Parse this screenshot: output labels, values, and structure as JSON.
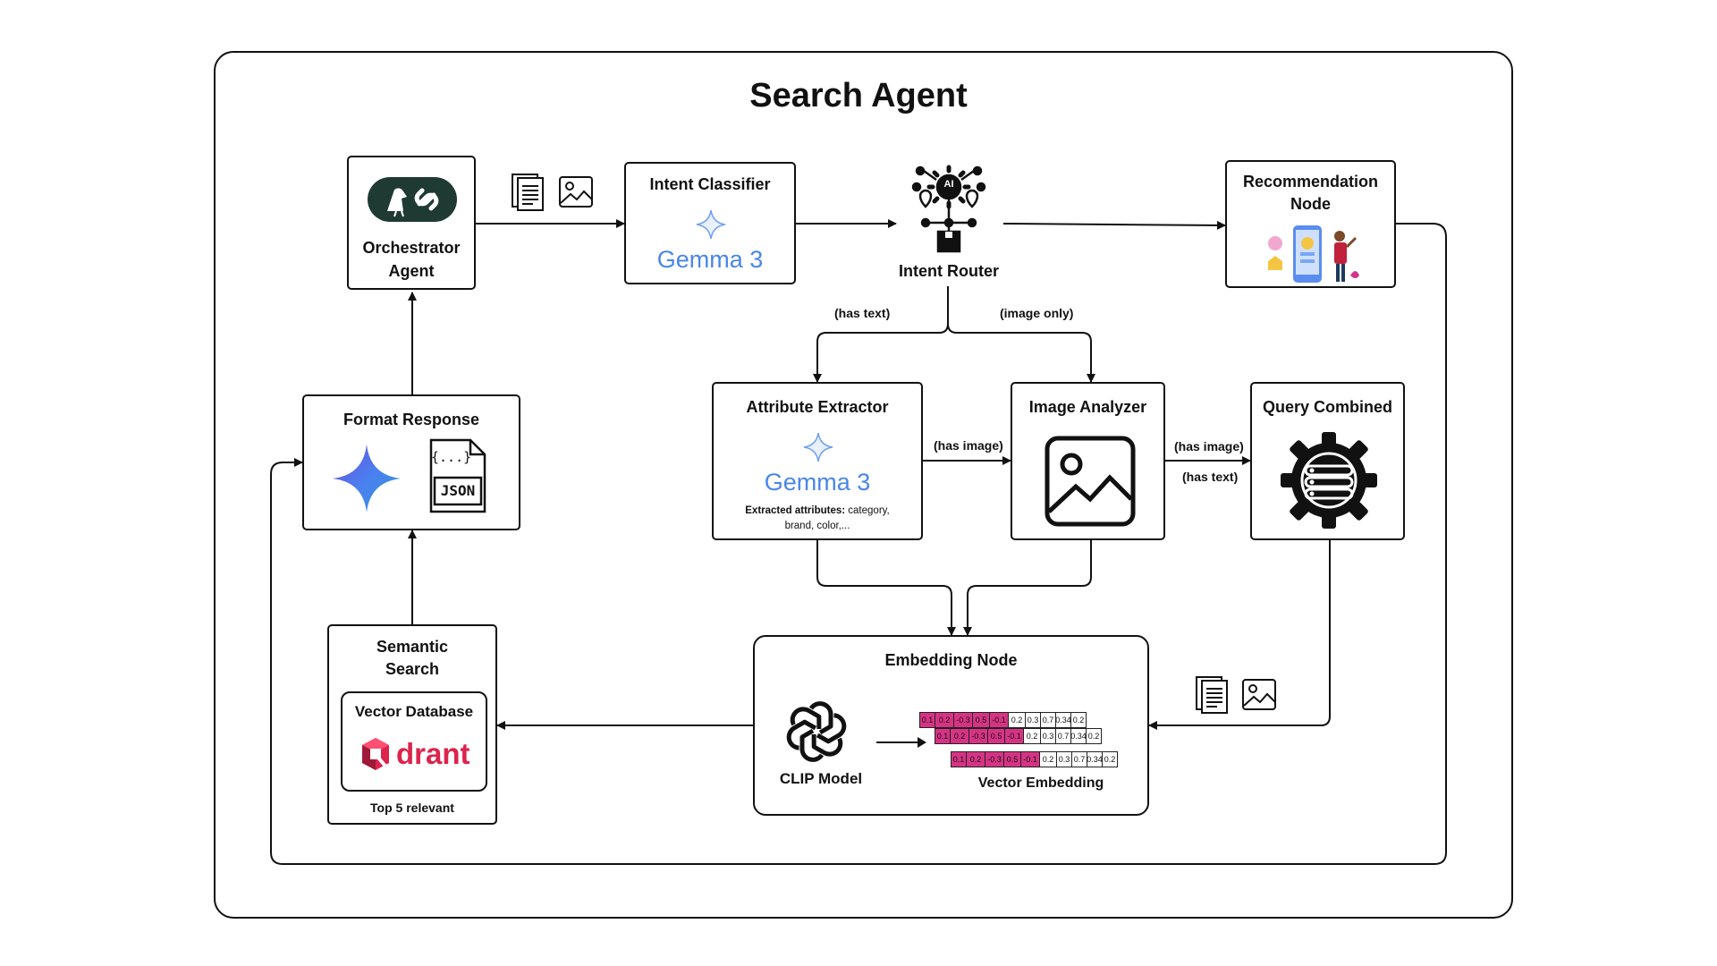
{
  "title": "Search Agent",
  "nodes": {
    "orchestrator": {
      "label_line1": "Orchestrator",
      "label_line2": "Agent"
    },
    "intent_classifier": {
      "label": "Intent Classifier",
      "model": "Gemma 3"
    },
    "intent_router": {
      "label": "Intent Router",
      "icon_text": "AI"
    },
    "recommendation": {
      "label_line1": "Recommendation",
      "label_line2": "Node"
    },
    "attribute_extractor": {
      "label": "Attribute Extractor",
      "model": "Gemma 3",
      "note_bold": "Extracted attributes:",
      "note_rest": " category,",
      "note_line2": "brand, color,..."
    },
    "image_analyzer": {
      "label": "Image Analyzer"
    },
    "query_combined": {
      "label": "Query Combined"
    },
    "format_response": {
      "label": "Format Response",
      "json_text": "JSON",
      "braces_text": "{...}"
    },
    "semantic_search": {
      "label_line1": "Semantic",
      "label_line2": "Search",
      "db_label": "Vector Database",
      "db_brand": "drant",
      "note": "Top 5 relevant"
    },
    "embedding": {
      "label": "Embedding Node",
      "model": "CLIP Model",
      "vector_label": "Vector Embedding"
    }
  },
  "edge_labels": {
    "has_text_router": "(has text)",
    "image_only": "(image only)",
    "has_image_attr": "(has image)",
    "has_image_img": "(has image)",
    "has_text_img": "(has text)"
  },
  "vector_rows": [
    [
      "0.1",
      "0.2",
      "-0.3",
      "0.5",
      "-0.1",
      "0.2",
      "0.3",
      "0.7",
      "0.34",
      "0.2"
    ],
    [
      "0.1",
      "0.2",
      "-0.3",
      "0.5",
      "-0.1",
      "0.2",
      "0.3",
      "0.7",
      "0.34",
      "0.2"
    ],
    [
      "0.1",
      "0.2",
      "-0.3",
      "0.5",
      "-0.1",
      "0.2",
      "0.3",
      "0.7",
      "0.34",
      "0.2"
    ]
  ],
  "colors": {
    "accent_pink": "#d63384",
    "gemma_blue": "#4a86e8",
    "qdrant_red": "#dc244c",
    "orchestrator_badge": "#1f3a33"
  }
}
